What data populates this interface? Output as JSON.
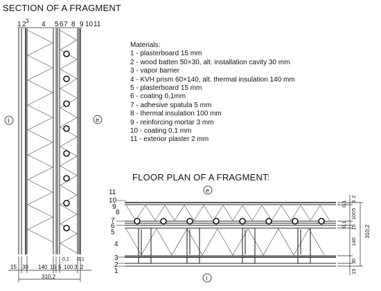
{
  "section": {
    "title": "SECTION OF A FRAGMENT",
    "layer_numbers": [
      "1",
      "2",
      "3",
      "4",
      "5",
      "6",
      "7",
      "8",
      "9",
      "10",
      "11"
    ],
    "side_inner": "i",
    "side_outer": "e",
    "dims": [
      "15",
      "30",
      "140",
      "15",
      "5",
      "100",
      "3",
      "2",
      "0,1",
      "0,1"
    ],
    "total": "310,2"
  },
  "materials": {
    "heading": "Materials:",
    "items": [
      "1 - plasterboard 15 mm",
      "2 - wood batten 50×30, alt. installation cavity 30 mm",
      "3 - vapor barrier",
      "4 - KVH prism 60×140, alt. thermal insulation 140 mm",
      "5 - plasterboard 15 mm",
      "6 - coating 0,1mm",
      "7 - adhesive spatula 5 mm",
      "8 - thermal insulation 100 mm",
      "9 - reinforcing mortar 3 mm",
      "10 - coating 0,1 mm",
      "11 - exterior plaster 2 mm"
    ]
  },
  "plan": {
    "title": "FLOOR PLAN  OF A FRAGMENT:",
    "side_outer": "e",
    "side_inner": "i",
    "layer_numbers": [
      "11",
      "10",
      "9",
      "8",
      "7",
      "6",
      "5",
      "4",
      "3",
      "2",
      "1"
    ],
    "dims": [
      "0,1",
      "3",
      "2",
      "5",
      "100",
      "0,1",
      "15",
      "140",
      "30",
      "15"
    ],
    "total": "310,2"
  }
}
